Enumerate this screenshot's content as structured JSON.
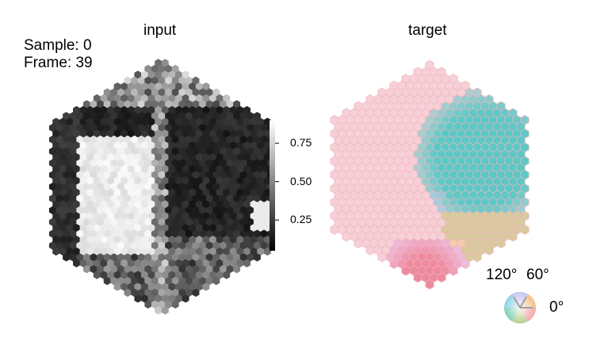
{
  "info": {
    "sample_label": "Sample: 0",
    "frame_label": "Frame: 39"
  },
  "panels": {
    "input_title": "input",
    "target_title": "target"
  },
  "colorbar": {
    "ticks": [
      {
        "value": 0.75,
        "label": "0.75"
      },
      {
        "value": 0.5,
        "label": "0.50"
      },
      {
        "value": 0.25,
        "label": "0.25"
      }
    ],
    "range": [
      0.05,
      0.9
    ]
  },
  "direction_legend": {
    "angle_labels": {
      "a120": "120°",
      "a60": "60°",
      "a0": "0°"
    }
  },
  "colors": {
    "target_bg": "#f7cfd7",
    "target_cyan": "#5cc9c6",
    "target_pink": "#ee8a9e",
    "target_yellow": "#c8c77f",
    "target_blue": "#b9c8f2"
  }
}
